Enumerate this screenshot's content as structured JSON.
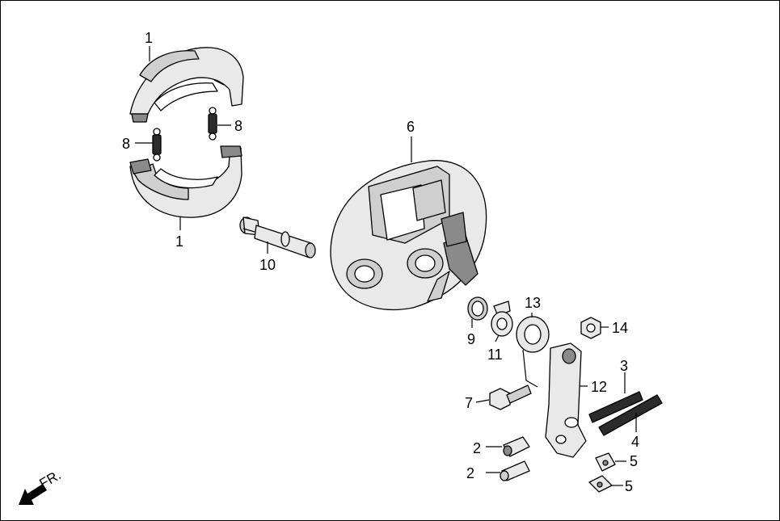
{
  "callouts": {
    "shoe_upper": "1",
    "shoe_lower": "1",
    "spring_left": "8",
    "spring_right": "8",
    "panel": "6",
    "cam": "10",
    "felt_seal": "9",
    "indicator_plate": "11",
    "return_spring": "13",
    "nut": "14",
    "bolt": "7",
    "arm": "12",
    "rod_spring_a": "3",
    "rod_spring_b": "4",
    "pivot_upper": "2",
    "pivot_lower": "2",
    "joint_upper": "5",
    "joint_lower": "5"
  },
  "direction": {
    "label": "FR."
  },
  "colors": {
    "line": "#000000",
    "light_fill": "#e9e9e9",
    "mid_fill": "#cfcfcf",
    "dark_fill": "#8a8a8a"
  },
  "icons": {
    "direction_arrow": "front-direction-arrow-icon"
  }
}
